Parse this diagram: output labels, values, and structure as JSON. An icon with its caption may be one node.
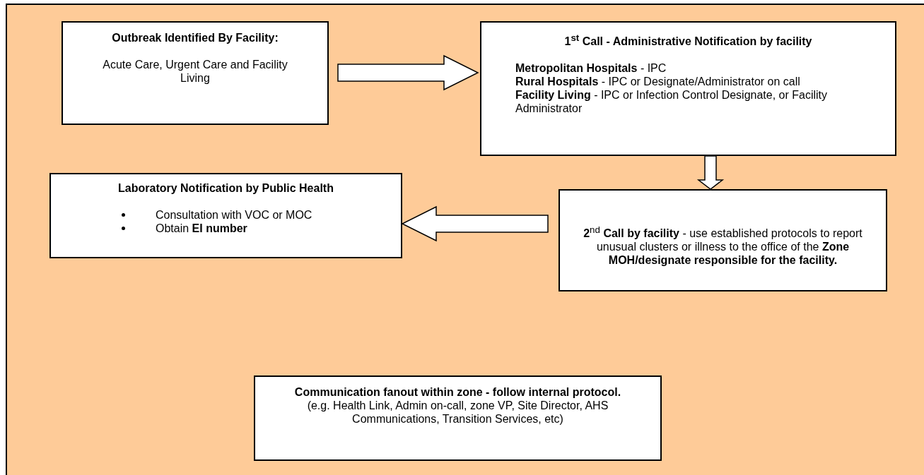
{
  "diagram": {
    "nodes": [
      {
        "text": [
          "Outbreak Identified By Facility:",
          "Acute Care, Urgent Care and Facility Living"
        ]
      },
      {
        "text": [
          "1$^{st}$ Call - Administrative Notification by facility",
          "**Metropolitan Hospitals** - IPC",
          "**Rural Hospitals** - IPC or Designate/Administrator on call",
          "**Facility Living** - IPC or Infection Control Designate, or Facility Administrator"
        ]
      },
      {
        "text": [
          "Laboratory Notification by Public Health",
          "Consultation with VOC or MOC",
          "Obtain **EI number**"
        ]
      },
      {
        "text": [
          "**2**$^{nd}$ **Call by facility** - use established protocols to report unusual clusters or illness to the office of the **Zone MOH/designate responsible for the facility.**"
        ]
      },
      {
        "text": [
          "Communication fanout within zone - follow internal protocol.",
          "(e.g. Health Link, Admin on-call, zone VP, Site Director, AHS Communications, Transition Services, etc)"
        ]
      }
    ],
    "edges": [
      {
        "from": 0,
        "to": 1,
        "arrow": "to"
      },
      {
        "from": 1,
        "to": 3,
        "arrow": "to"
      },
      {
        "from": 3,
        "to": 2,
        "arrow": "to"
      }
    ]
  }
}
